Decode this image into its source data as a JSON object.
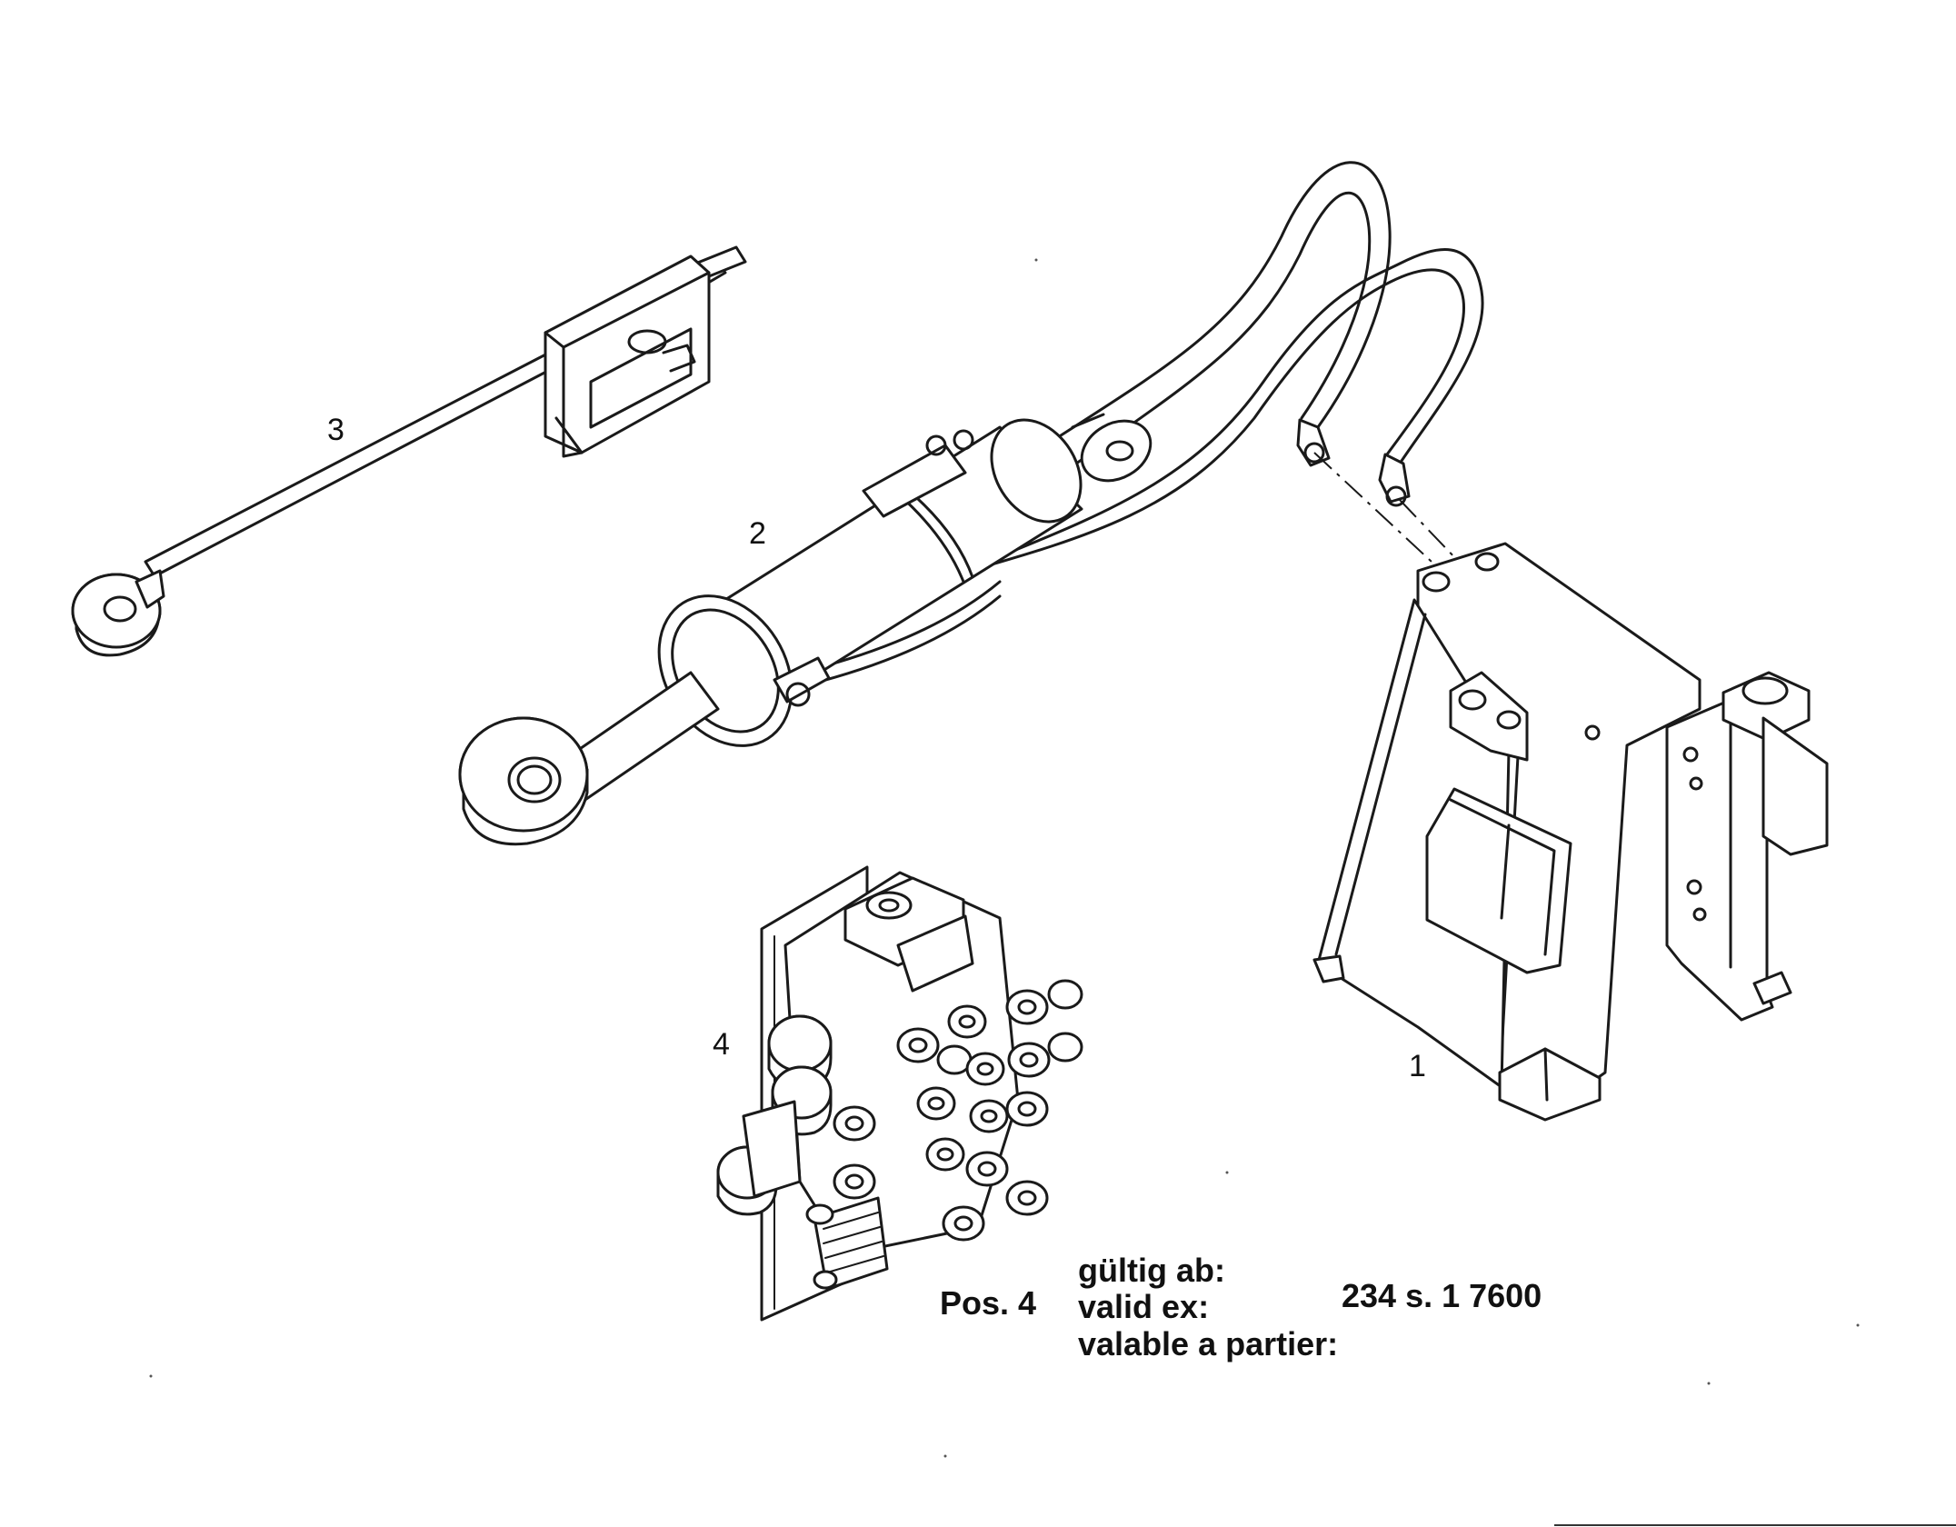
{
  "callouts": {
    "part1": "1",
    "part2": "2",
    "part3": "3",
    "part4": "4"
  },
  "validity_note": {
    "line_de": "gültig ab:",
    "line_en": "valid ex:",
    "line_fr": "valable a partier:",
    "position": "Pos. 4",
    "serial": "234  s. 1 7600"
  }
}
